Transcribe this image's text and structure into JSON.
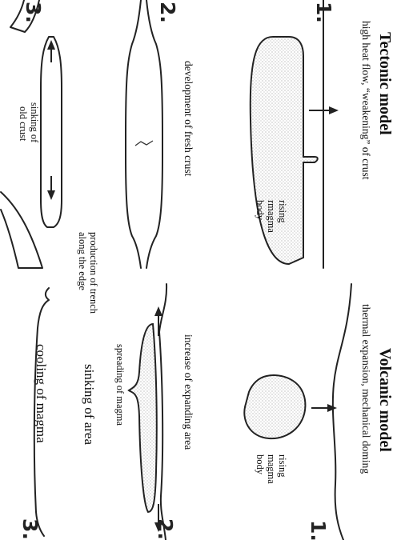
{
  "tectonic": {
    "title": "Tectonic model",
    "subtitle": "high heat flow, “weakening” of crust",
    "step1": {
      "number": "1.",
      "label_lines": [
        "rising",
        "rmagma",
        "body"
      ]
    },
    "step2": {
      "number": "2.",
      "caption": "development of fresh crust"
    },
    "step3": {
      "number": "3.",
      "label_a_lines": [
        "production of trench",
        "along the edge"
      ],
      "label_b_lines": [
        "sinking of",
        "old crust"
      ]
    }
  },
  "volcanic": {
    "title": "Volcanic model",
    "subtitle": "thermal expansion, mechanical doming",
    "step1": {
      "number": "1.",
      "label_lines": [
        "rising",
        "magma",
        "body"
      ]
    },
    "step2": {
      "number": "2.",
      "caption": "increase of expanding area",
      "label": "spreading of magma"
    },
    "step3": {
      "number": "3.",
      "caption_a": "sinking of area",
      "caption_b": "cooling of magma"
    }
  },
  "colors": {
    "ink": "#222222",
    "background": "#ffffff"
  }
}
